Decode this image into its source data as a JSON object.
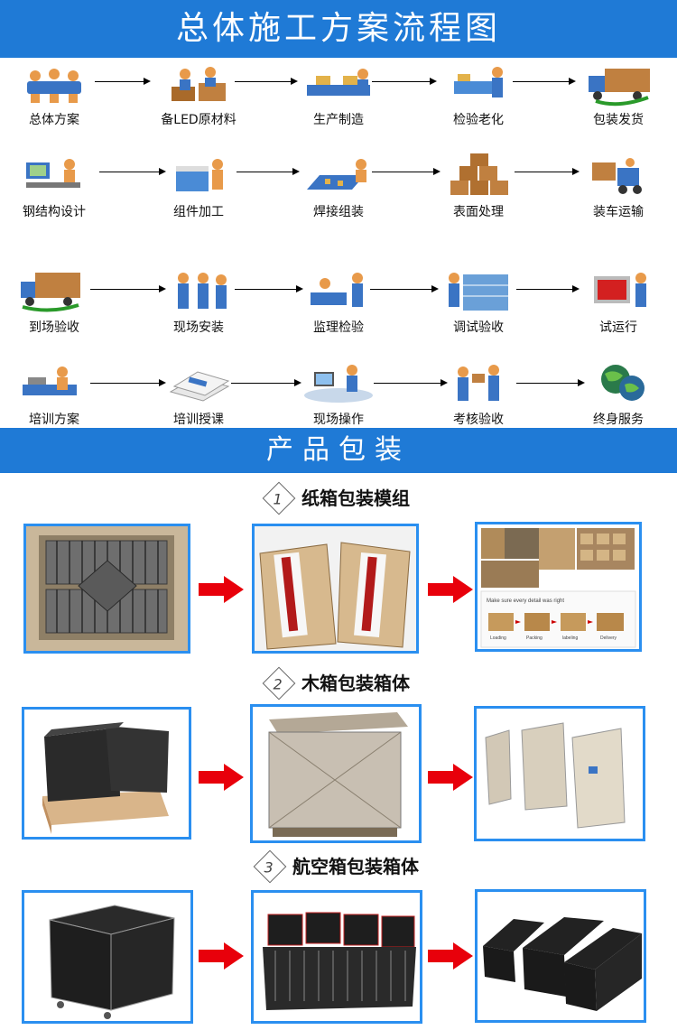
{
  "banner1": "总体施工方案流程图",
  "banner2": "产品包装",
  "flow": [
    [
      "总体方案",
      "备LED原材料",
      "生产制造",
      "检验老化",
      "包装发货"
    ],
    [
      "钢结构设计",
      "组件加工",
      "焊接组装",
      "表面处理",
      "装车运输"
    ],
    [
      "到场验收",
      "现场安装",
      "监理检验",
      "调试验收",
      "试运行"
    ],
    [
      "培训方案",
      "培训授课",
      "现场操作",
      "考核验收",
      "终身服务"
    ]
  ],
  "sections": [
    {
      "num": "1",
      "title": "纸箱包装模组",
      "caption": "Make sure every detail was right",
      "steps": [
        "Loading",
        "Packing",
        "labeling",
        "Delivery"
      ]
    },
    {
      "num": "2",
      "title": "木箱包装箱体"
    },
    {
      "num": "3",
      "title": "航空箱包装箱体"
    }
  ],
  "colors": {
    "banner": "#1f7ad6",
    "frame": "#2a8ff0",
    "arrow": "#e8000b"
  }
}
